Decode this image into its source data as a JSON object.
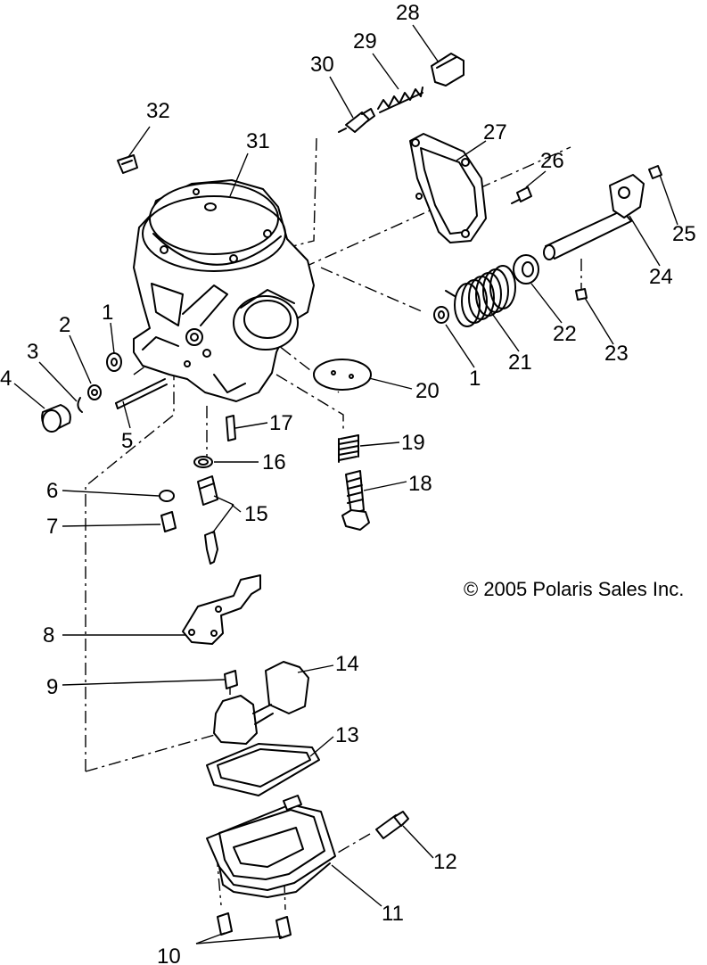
{
  "copyright": "© 2005 Polaris Sales Inc.",
  "callouts": [
    {
      "key": "c28",
      "text": "28"
    },
    {
      "key": "c29",
      "text": "29"
    },
    {
      "key": "c30",
      "text": "30"
    },
    {
      "key": "c32",
      "text": "32"
    },
    {
      "key": "c31",
      "text": "31"
    },
    {
      "key": "c27",
      "text": "27"
    },
    {
      "key": "c26",
      "text": "26"
    },
    {
      "key": "c25",
      "text": "25"
    },
    {
      "key": "c24",
      "text": "24"
    },
    {
      "key": "c22",
      "text": "22"
    },
    {
      "key": "c23",
      "text": "23"
    },
    {
      "key": "c21",
      "text": "21"
    },
    {
      "key": "c1b",
      "text": "1"
    },
    {
      "key": "c20",
      "text": "20"
    },
    {
      "key": "c1a",
      "text": "1"
    },
    {
      "key": "c2",
      "text": "2"
    },
    {
      "key": "c3",
      "text": "3"
    },
    {
      "key": "c4",
      "text": "4"
    },
    {
      "key": "c5",
      "text": "5"
    },
    {
      "key": "c17",
      "text": "17"
    },
    {
      "key": "c19",
      "text": "19"
    },
    {
      "key": "c16",
      "text": "16"
    },
    {
      "key": "c18",
      "text": "18"
    },
    {
      "key": "c6",
      "text": "6"
    },
    {
      "key": "c15",
      "text": "15"
    },
    {
      "key": "c7",
      "text": "7"
    },
    {
      "key": "c8",
      "text": "8"
    },
    {
      "key": "c14",
      "text": "14"
    },
    {
      "key": "c9",
      "text": "9"
    },
    {
      "key": "c13",
      "text": "13"
    },
    {
      "key": "c12",
      "text": "12"
    },
    {
      "key": "c11",
      "text": "11"
    },
    {
      "key": "c10",
      "text": "10"
    }
  ]
}
